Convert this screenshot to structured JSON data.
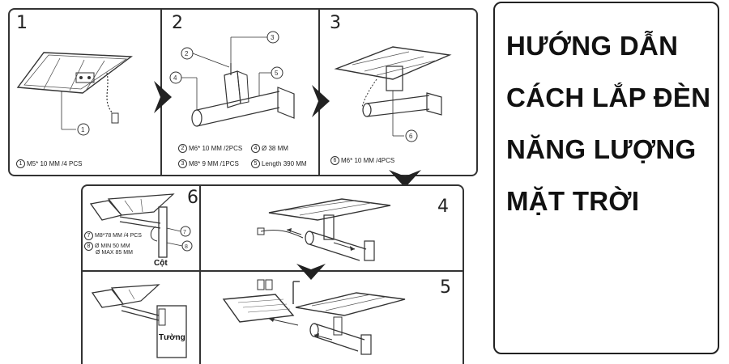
{
  "title": {
    "lines": [
      "HƯỚNG DẪN",
      "CÁCH LẮP ĐÈN",
      "NĂNG LƯỢNG",
      "MẶT TRỜI"
    ]
  },
  "steps": [
    {
      "number": "1",
      "captions": [
        {
          "n": "1",
          "text": "M5* 10  MM /4 PCS"
        }
      ]
    },
    {
      "number": "2",
      "captions": [
        {
          "n": "2",
          "text": "M6* 10  MM /2PCS"
        },
        {
          "n": "4",
          "text": "Ø 38 MM"
        },
        {
          "n": "3",
          "text": "M8* 9  MM /1PCS"
        },
        {
          "n": "5",
          "text": "Length 390 MM"
        }
      ]
    },
    {
      "number": "3",
      "captions": [
        {
          "n": "6",
          "text": "M6* 10  MM /4PCS"
        }
      ]
    },
    {
      "number": "4"
    },
    {
      "number": "5"
    },
    {
      "number": "6",
      "captions": [
        {
          "n": "7",
          "text": "M8*78 MM /4 PCS"
        },
        {
          "n": "8",
          "text": "Ø MIN 50 MM"
        },
        {
          "n": "",
          "text": "Ø MAX 85 MM"
        }
      ]
    }
  ],
  "callouts": [
    "1",
    "2",
    "3",
    "4",
    "5",
    "6",
    "7",
    "8"
  ],
  "labels": {
    "pole": "Cột",
    "wall": "Tường"
  }
}
